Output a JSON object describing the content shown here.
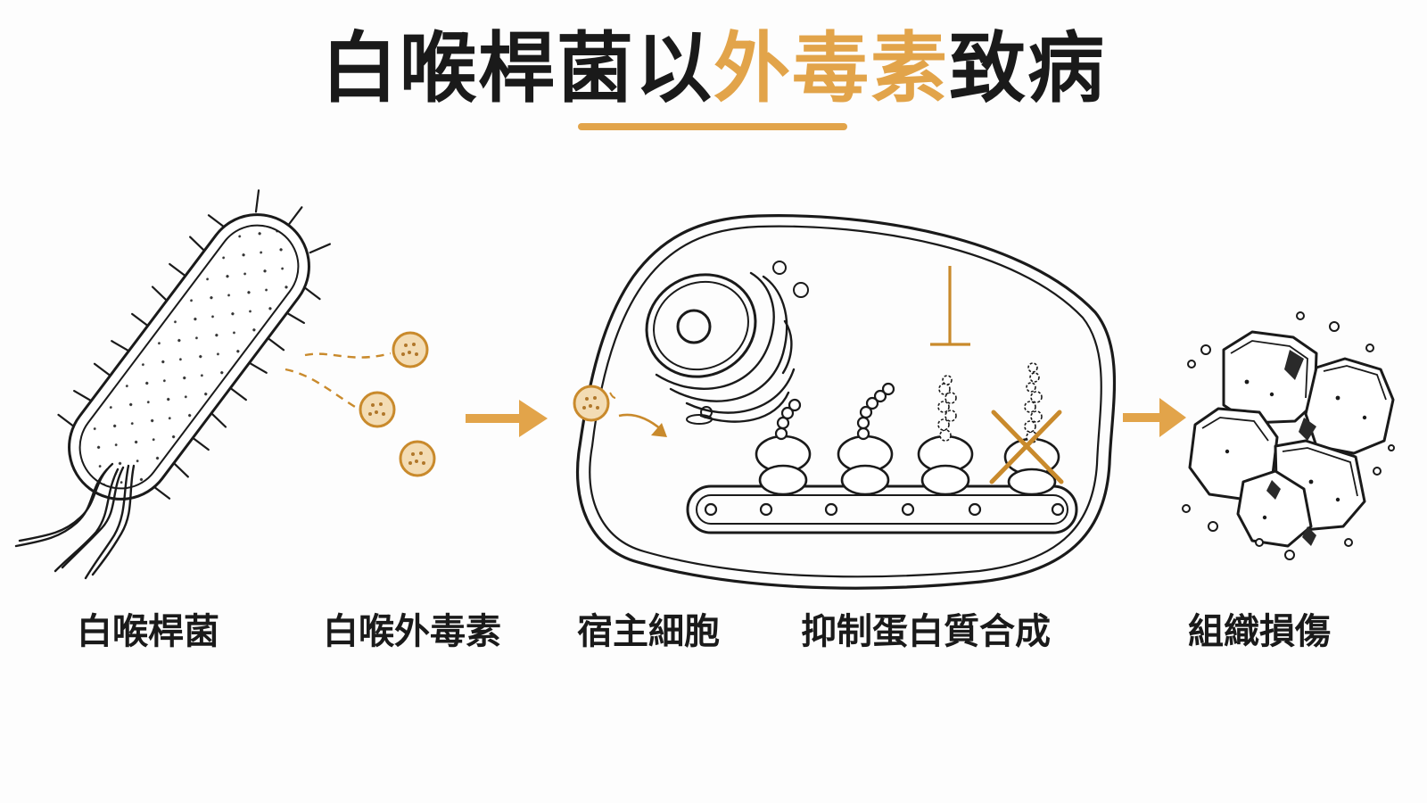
{
  "title": {
    "part1": "白喉桿菌以",
    "accent": "外毒素",
    "part2": "致病"
  },
  "colors": {
    "accent": "#e2a44a",
    "ink": "#1a1a1a",
    "toxin_fill": "#f3dcb4",
    "background": "#fdfdfd"
  },
  "captions": [
    "白喉桿菌",
    "白喉外毒素",
    "宿主細胞",
    "抑制蛋白質合成",
    "組織損傷"
  ]
}
